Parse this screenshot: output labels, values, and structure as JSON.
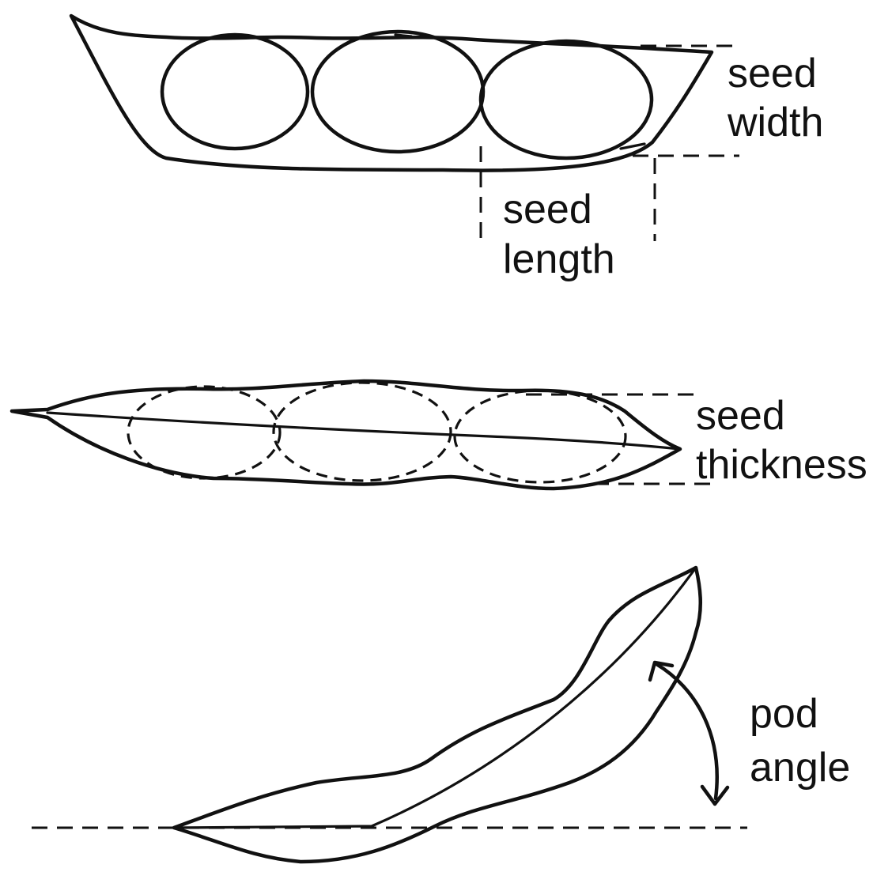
{
  "labels": {
    "seed_width": [
      "seed",
      "width"
    ],
    "seed_length": [
      "seed",
      "length"
    ],
    "seed_thickness": [
      "seed",
      "thickness"
    ],
    "pod_angle": [
      "pod",
      "angle"
    ]
  }
}
